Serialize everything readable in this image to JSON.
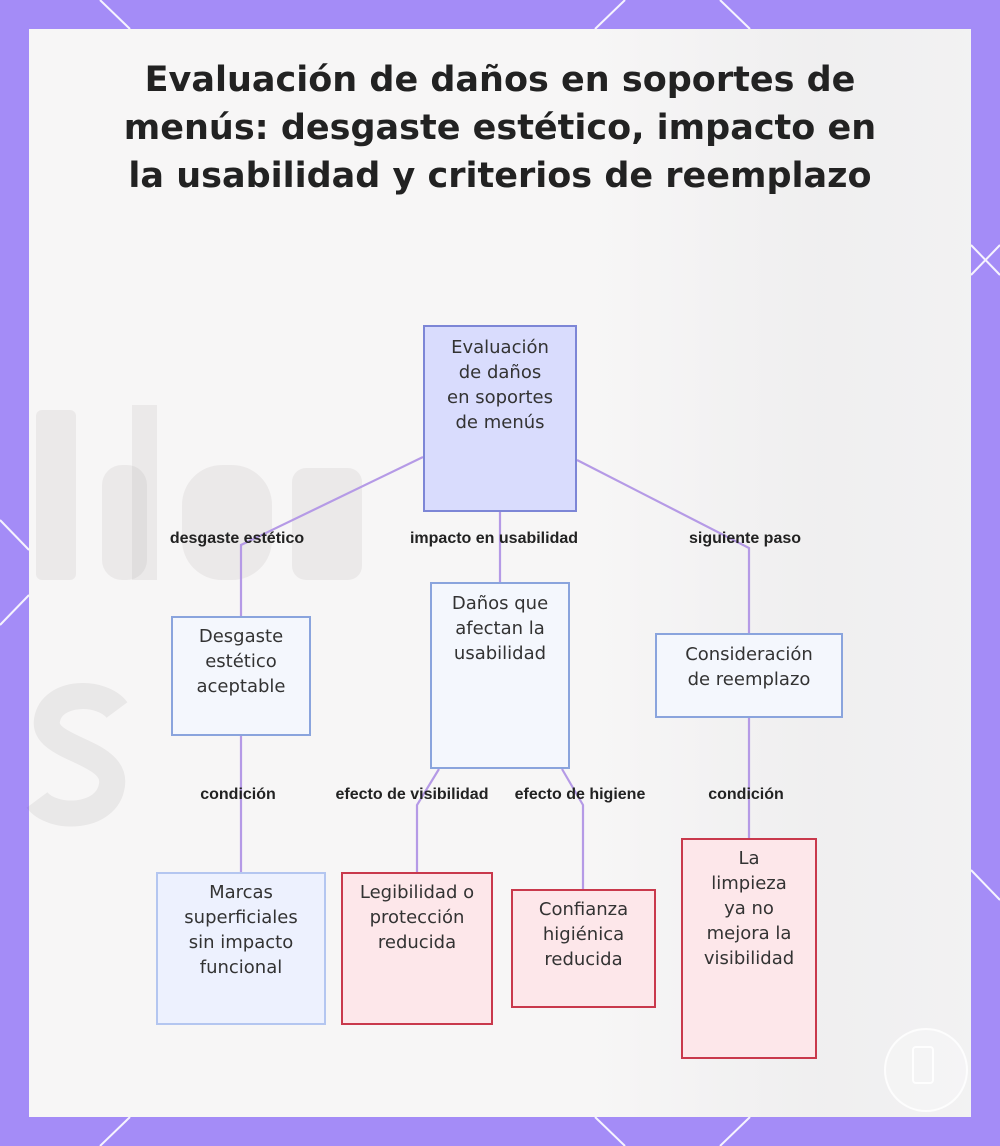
{
  "title": "Evaluación de daños en soportes de menús: desgaste estético, impacto en la usabilidad y criterios de reemplazo",
  "colors": {
    "frame": "#a48cf7",
    "card": "#f7f6f6",
    "edge": "#b59ae6",
    "root_fill": "#d9dcfd",
    "root_border": "#7d86d6",
    "node_fill": "#f4f7fd",
    "node_border": "#8aa4dd",
    "alert_fill": "#fde7ea",
    "alert_border": "#c9394c"
  },
  "nodes": {
    "root": "Evaluación de daños en soportes de menús",
    "aesthetic": "Desgaste estético aceptable",
    "usability": "Daños que afectan la usabilidad",
    "replacement": "Consideración de reemplazo",
    "marks": "Marcas superficiales sin impacto funcional",
    "legibility": "Legibilidad o protección reducida",
    "hygiene": "Confianza higiénica reducida",
    "cleaning": "La limpieza ya no mejora la visibilidad"
  },
  "edges": {
    "aesthetic": "desgaste estético",
    "usability": "impacto en usabilidad",
    "next": "siguiente paso",
    "condition_left": "condición",
    "visibility": "efecto de visibilidad",
    "hygiene": "efecto de higiene",
    "condition_right": "condición"
  }
}
